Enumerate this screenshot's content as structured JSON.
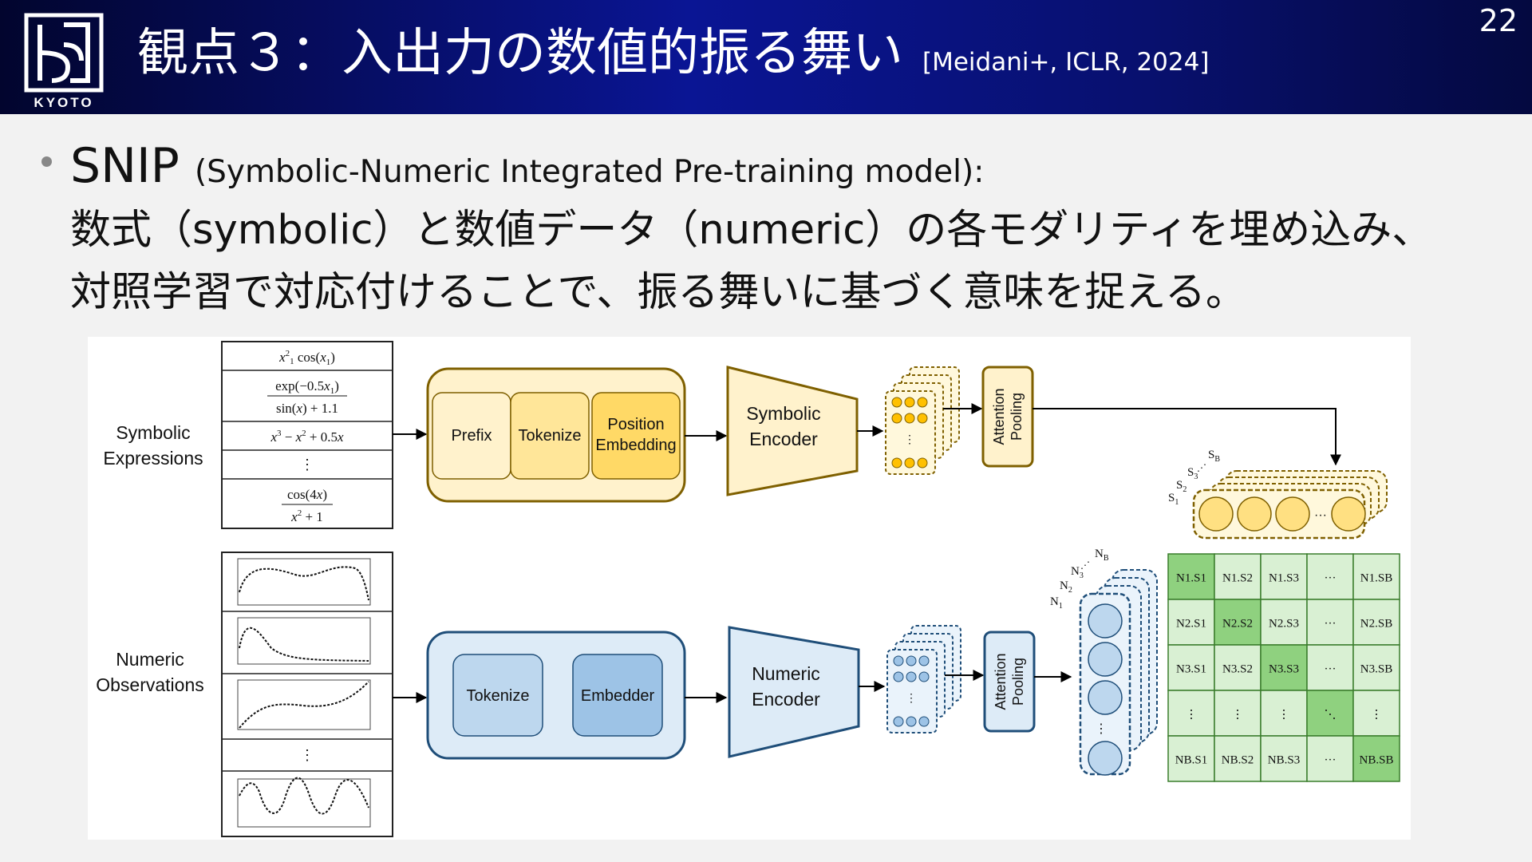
{
  "slide": {
    "title": "観点３：入出力の数値的振る舞い",
    "citation": "[Meidani+, ICLR, 2024]",
    "page_number": "22",
    "logo_text": "KYOTO"
  },
  "body": {
    "bullet_main": "SNIP",
    "bullet_sub": "(Symbolic-Numeric Integrated Pre-training model):",
    "line2": "数式（symbolic）と数値データ（numeric）の各モダリティを埋め込み、",
    "line3": "対照学習で対応付けることで、振る舞いに基づく意味を捉える。"
  },
  "diagram": {
    "symbolic_label_1": "Symbolic",
    "symbolic_label_2": "Expressions",
    "numeric_label_1": "Numeric",
    "numeric_label_2": "Observations",
    "symbolic_steps": [
      "Prefix",
      "Tokenize",
      "Position",
      "Embedding"
    ],
    "numeric_steps": [
      "Tokenize",
      "Embedder"
    ],
    "symbolic_encoder": [
      "Symbolic",
      "Encoder"
    ],
    "numeric_encoder": [
      "Numeric",
      "Encoder"
    ],
    "attention_pooling": [
      "Attention",
      "Pooling"
    ],
    "ellipsis": "⋮",
    "dots": "···",
    "s_labels": [
      "S1",
      "S2",
      "S3",
      "SB"
    ],
    "n_labels": [
      "N1",
      "N2",
      "N3",
      "NB"
    ],
    "colors": {
      "symbolic_fill": "#fff2cc",
      "symbolic_stroke": "#7f6000",
      "numeric_fill": "#ddebf7",
      "numeric_stroke": "#1f4e79",
      "matrix_light": "#d9f0d3",
      "matrix_diag": "#8fd17f",
      "header_blue": "#0a1594"
    },
    "matrix": [
      [
        "N1.S1",
        "N1.S2",
        "N1.S3",
        "···",
        "N1.SB"
      ],
      [
        "N2.S1",
        "N2.S2",
        "N2.S3",
        "···",
        "N2.SB"
      ],
      [
        "N3.S1",
        "N3.S2",
        "N3.S3",
        "···",
        "N3.SB"
      ],
      [
        "⋮",
        "⋮",
        "⋮",
        "⋱",
        "⋮"
      ],
      [
        "NB.S1",
        "NB.S2",
        "NB.S3",
        "···",
        "NB.SB"
      ]
    ]
  }
}
